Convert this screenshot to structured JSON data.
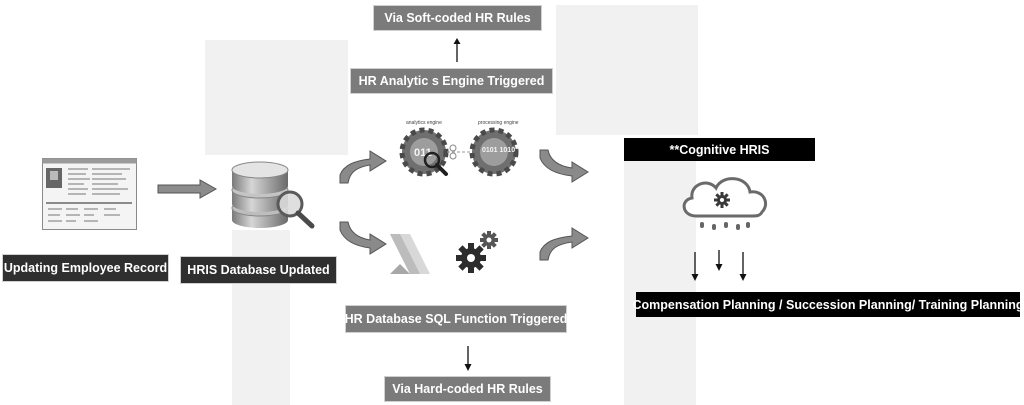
{
  "labels": {
    "soft_rules": "Via Soft-coded HR Rules",
    "analytics_engine": "HR Analytic s Engine Triggered",
    "updating_record": "Updating Employee Record",
    "db_updated": "HRIS Database Updated",
    "sql_function": "HR Database SQL Function Triggered",
    "hard_rules": "Via Hard-coded HR Rules",
    "cognitive_hris": "**Cognitive HRIS",
    "planning": "Compensation Planning / Succession Planning/ Training Planning"
  },
  "icons": {
    "engine_labels": [
      "analytics engine",
      "processing engine"
    ],
    "binary_a": "011",
    "binary_b": "0101 1010"
  }
}
